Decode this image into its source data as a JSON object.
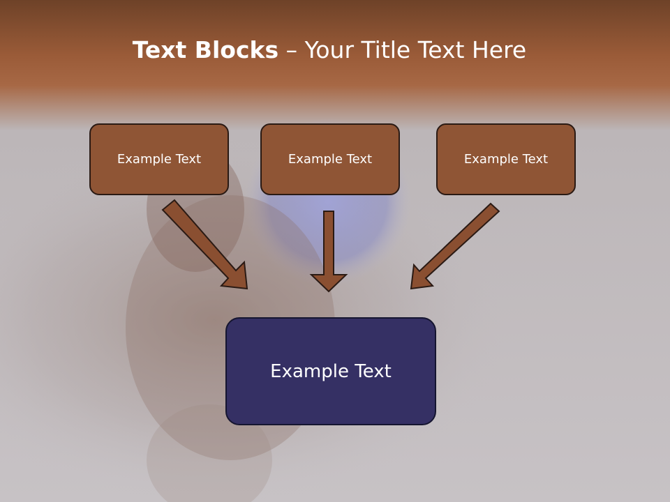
{
  "slide": {
    "title_bold": "Text Blocks",
    "title_sep": " – ",
    "title_rest": "Your Title Text Here"
  },
  "blocks": {
    "left": "Example Text",
    "center": "Example Text",
    "right": "Example Text",
    "bottom": "Example Text"
  },
  "colors": {
    "header_band": "#9a5b38",
    "block_fill": "#8f5535",
    "bottom_block_fill": "#353064",
    "arrow_fill": "#8a4f31",
    "outline": "#2a1a14"
  },
  "icons": {
    "arrow_left": "arrow-down-right-icon",
    "arrow_center": "arrow-down-icon",
    "arrow_right": "arrow-down-left-icon"
  }
}
